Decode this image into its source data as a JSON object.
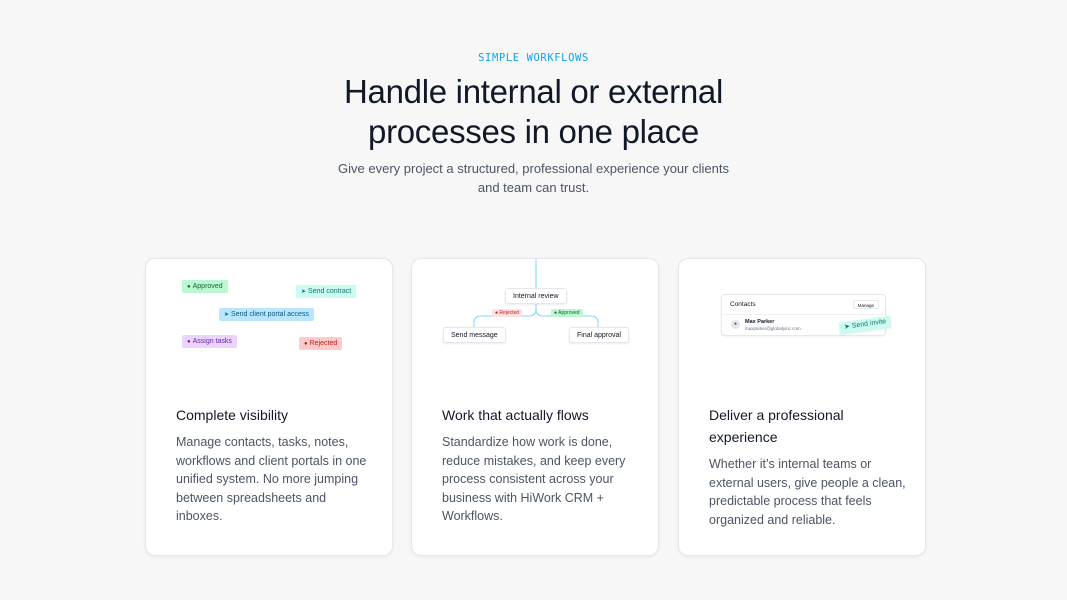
{
  "hero": {
    "eyebrow": "SIMPLE WORKFLOWS",
    "headline_line1": "Handle internal or external",
    "headline_line2": "processes in one place",
    "subhead_line1": "Give every project a structured, professional experience your clients",
    "subhead_line2": "and team can trust."
  },
  "cards": [
    {
      "title": "Complete visibility",
      "body": "Manage contacts, tasks, notes, workflows and client portals in one unified system. No more jumping between spreadsheets and inboxes.",
      "chips": {
        "approved": "Approved",
        "send_contract": "Send contract",
        "send_portal": "Send client portal access",
        "assign_tasks": "Assign tasks",
        "rejected": "Rejected"
      }
    },
    {
      "title": "Work that actually flows",
      "body": "Standardize how work is done, reduce mistakes, and keep every process consistent across your business with HiWork CRM + Workflows.",
      "flow": {
        "internal_review": "Internal review",
        "rejected": "Rejected",
        "approved": "Approved",
        "send_message": "Send message",
        "final_approval": "Final approval"
      }
    },
    {
      "title": "Deliver a professional experience",
      "body": "Whether it’s internal teams or external users, give people a clean, predictable process that feels organized and reliable.",
      "contacts": {
        "title": "Contacts",
        "manage": "Manage",
        "contact_name": "Max Parker",
        "contact_email": "maxparker@globalyinc.com",
        "invite": "Send invite"
      }
    }
  ],
  "colors": {
    "accent": "#0ea5e9",
    "page_bg": "#f7f7f8",
    "card_bg": "#ffffff"
  }
}
